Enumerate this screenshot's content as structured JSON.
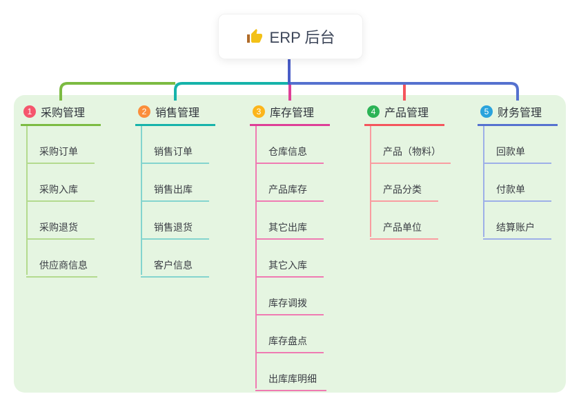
{
  "root": {
    "label": "ERP 后台",
    "icon": "thumbs-up-icon",
    "icon_color": "#f3c117"
  },
  "branches": [
    {
      "index": "1",
      "label": "采购管理",
      "badge_color": "#f5566d",
      "line_color": "#7cbb42",
      "light_color": "#b3da8e",
      "items": [
        "采购订单",
        "采购入库",
        "采购退货",
        "供应商信息"
      ]
    },
    {
      "index": "2",
      "label": "销售管理",
      "badge_color": "#fb8e3b",
      "line_color": "#16b3aa",
      "light_color": "#83d4ce",
      "items": [
        "销售订单",
        "销售出库",
        "销售退货",
        "客户信息"
      ]
    },
    {
      "index": "3",
      "label": "库存管理",
      "badge_color": "#fcb51b",
      "line_color": "#de3f97",
      "light_color": "#ef7ab2",
      "items": [
        "仓库信息",
        "产品库存",
        "其它出库",
        "其它入库",
        "库存调拨",
        "库存盘点",
        "出库库明细"
      ]
    },
    {
      "index": "4",
      "label": "产品管理",
      "badge_color": "#2cb356",
      "line_color": "#f4555c",
      "light_color": "#f99ca0",
      "items": [
        "产品（物料）",
        "产品分类",
        "产品单位"
      ]
    },
    {
      "index": "5",
      "label": "财务管理",
      "badge_color": "#2aa3dc",
      "line_color": "#5571cf",
      "light_color": "#9dafe8",
      "items": [
        "回款单",
        "付款单",
        "结算账户"
      ]
    }
  ],
  "colors": {
    "panel_bg": "#e5f5e1",
    "root_connector": "#4a5dc7",
    "root_text": "#3d4659"
  }
}
